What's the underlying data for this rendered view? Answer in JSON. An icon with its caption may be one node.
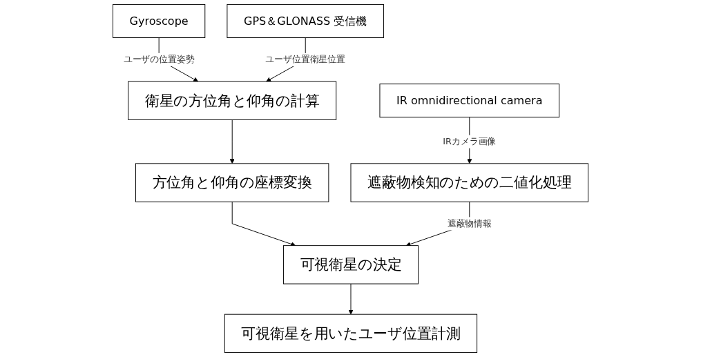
{
  "diagram": {
    "nodes": [
      {
        "text": [
          "Gyroscope"
        ]
      },
      {
        "text": [
          "GPS＆GLONASS 受信機"
        ]
      },
      {
        "text": [
          "IR omnidirectional camera"
        ]
      },
      {
        "text": [
          "衛星の方位角と仰角の計算"
        ]
      },
      {
        "text": [
          "遮蔽物検知のための二値化処理"
        ]
      },
      {
        "text": [
          "方位角と仰角の座標変換"
        ]
      },
      {
        "text": [
          "可視衛星の決定"
        ]
      },
      {
        "text": [
          "可視衛星を用いたユーザ位置計測"
        ]
      }
    ],
    "edges": [
      {
        "from": 0,
        "to": 3,
        "arrow": "to",
        "label": "ユーザの位置姿勢"
      },
      {
        "from": 1,
        "to": 3,
        "arrow": "to",
        "label": "ユーザ位置衛星位置"
      },
      {
        "from": 2,
        "to": 4,
        "arrow": "to",
        "label": "IRカメラ画像"
      },
      {
        "from": 3,
        "to": 5,
        "arrow": "to"
      },
      {
        "from": 5,
        "to": 6,
        "arrow": "to"
      },
      {
        "from": 4,
        "to": 6,
        "arrow": "to",
        "label": "遮蔽物情報"
      },
      {
        "from": 6,
        "to": 7,
        "arrow": "to"
      }
    ]
  }
}
